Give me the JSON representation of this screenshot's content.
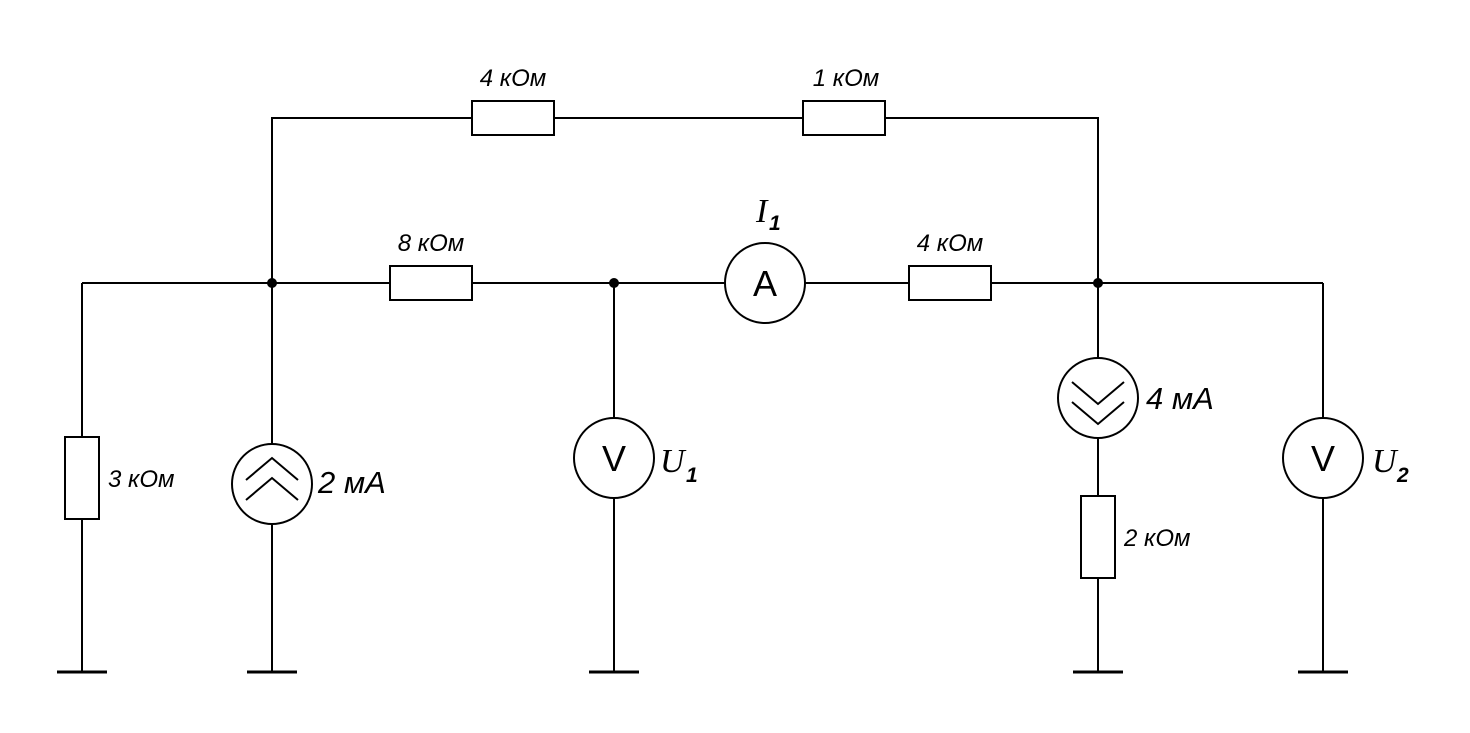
{
  "resistors": {
    "top_left": "4 кОм",
    "top_right": "1 кОм",
    "mid_left": "8 кОм",
    "mid_right": "4 кОм",
    "left": "3 кОм",
    "right_bottom": "2 кОм"
  },
  "sources": {
    "left": "2 мА",
    "right": "4 мА"
  },
  "ammeter": {
    "letter": "A",
    "symbol": "I",
    "subscript": "1"
  },
  "voltmeter_1": {
    "letter": "V",
    "symbol": "U",
    "subscript": "1"
  },
  "voltmeter_2": {
    "letter": "V",
    "symbol": "U",
    "subscript": "2"
  }
}
